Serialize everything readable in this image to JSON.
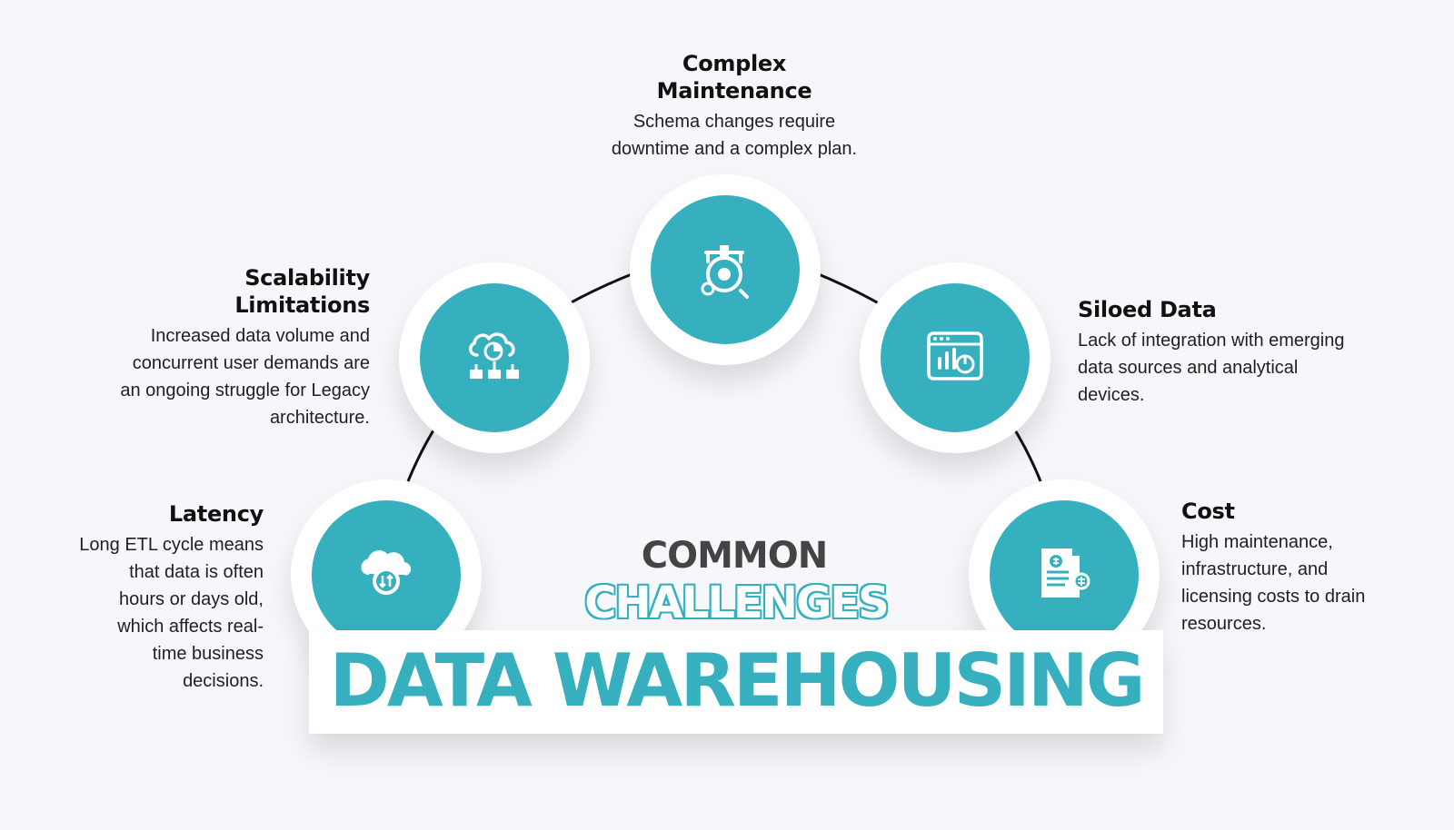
{
  "title": {
    "line1": "COMMON",
    "line2": "CHALLENGES",
    "line3": "DATA WAREHOUSING"
  },
  "challenges": {
    "complex_maintenance": {
      "title_line1": "Complex",
      "title_line2": "Maintenance",
      "desc_line1": "Schema changes require",
      "desc_line2": "downtime and a complex plan."
    },
    "scalability": {
      "title_line1": "Scalability",
      "title_line2": "Limitations",
      "desc_line1": "Increased data volume and",
      "desc_line2": "concurrent user demands are",
      "desc_line3": "an ongoing struggle for Legacy",
      "desc_line4": "architecture."
    },
    "siloed_data": {
      "title": "Siloed Data",
      "desc_line1": "Lack of integration with emerging",
      "desc_line2": "data sources and analytical",
      "desc_line3": "devices."
    },
    "latency": {
      "title": "Latency",
      "desc_line1": "Long ETL cycle means",
      "desc_line2": "that data is often",
      "desc_line3": "hours or days old,",
      "desc_line4": "which affects real-",
      "desc_line5": "time business",
      "desc_line6": "decisions."
    },
    "cost": {
      "title": "Cost",
      "desc_line1": "High maintenance,",
      "desc_line2": "infrastructure, and",
      "desc_line3": "licensing costs to drain",
      "desc_line4": "resources."
    }
  },
  "colors": {
    "accent": "#36b0be",
    "background": "#f5f7fa",
    "text": "#111111",
    "title_gray": "#444444"
  },
  "icons": {
    "complex_maintenance": "wrench-gear-icon",
    "scalability": "cloud-database-icon",
    "siloed_data": "browser-chart-icon",
    "latency": "cloud-timer-icon",
    "cost": "invoice-dollar-icon"
  }
}
